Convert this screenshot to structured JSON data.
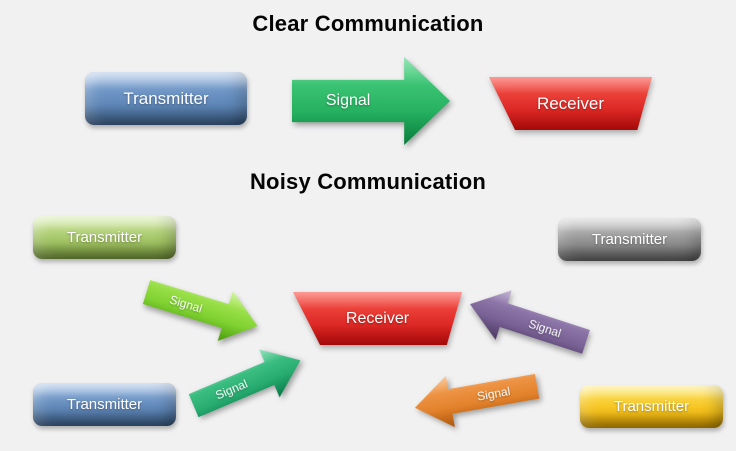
{
  "page": {
    "background": "#f1f1f2"
  },
  "clear_section": {
    "title": "Clear Communication",
    "transmitter": {
      "label": "Transmitter",
      "color": {
        "from": "#84abdb",
        "to": "#476f9f"
      }
    },
    "signal": {
      "label": "Signal",
      "color": {
        "from": "#4ed584",
        "to": "#0d9b4b"
      }
    },
    "receiver": {
      "label": "Receiver",
      "color": {
        "from": "#f9574d",
        "to": "#cb0c0c"
      }
    }
  },
  "noisy_section": {
    "title": "Noisy Communication",
    "receiver": {
      "label": "Receiver",
      "color": {
        "from": "#f9574d",
        "to": "#cb0c0c"
      }
    },
    "transmitters": [
      {
        "position": "top-left",
        "label": "Transmitter",
        "color": {
          "from": "#c9e593",
          "to": "#88ad46"
        }
      },
      {
        "position": "top-right",
        "label": "Transmitter",
        "color": {
          "from": "#bcbcbc",
          "to": "#6f6f6f"
        }
      },
      {
        "position": "bottom-left",
        "label": "Transmitter",
        "color": {
          "from": "#84abdb",
          "to": "#476f9f"
        }
      },
      {
        "position": "bottom-right",
        "label": "Transmitter",
        "color": {
          "from": "#ffe14a",
          "to": "#eead00"
        }
      }
    ],
    "signals": [
      {
        "position": "upper-left",
        "direction": "toward-receiver-right-down",
        "label": "Signal",
        "color": {
          "from": "#b5ee62",
          "to": "#5dbf12"
        }
      },
      {
        "position": "lower-left",
        "direction": "toward-receiver-right-up",
        "label": "Signal",
        "color": {
          "from": "#4fcf93",
          "to": "#0f975b"
        }
      },
      {
        "position": "upper-right",
        "direction": "toward-receiver-left-down",
        "label": "Signal",
        "color": {
          "from": "#a18abc",
          "to": "#5f477b"
        }
      },
      {
        "position": "lower-right",
        "direction": "toward-receiver-left-up",
        "label": "Signal",
        "color": {
          "from": "#f7a55c",
          "to": "#d66c0e"
        }
      }
    ]
  }
}
